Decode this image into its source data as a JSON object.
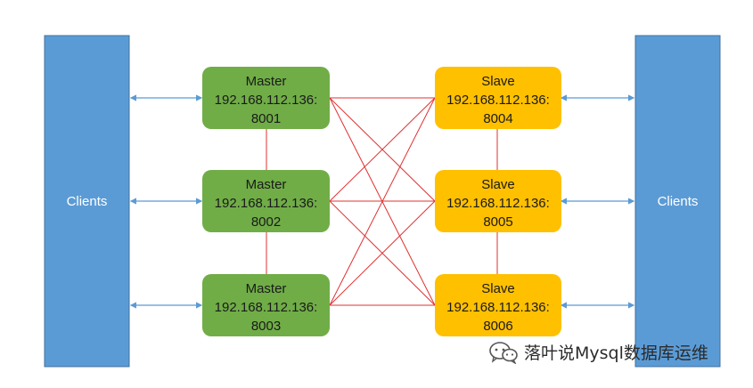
{
  "clients": {
    "left_label": "Clients",
    "right_label": "Clients"
  },
  "masters": [
    {
      "role": "Master",
      "ip": "192.168.112.136:",
      "port": "8001"
    },
    {
      "role": "Master",
      "ip": "192.168.112.136:",
      "port": "8002"
    },
    {
      "role": "Master",
      "ip": "192.168.112.136:",
      "port": "8003"
    }
  ],
  "slaves": [
    {
      "role": "Slave",
      "ip": "192.168.112.136:",
      "port": "8004"
    },
    {
      "role": "Slave",
      "ip": "192.168.112.136:",
      "port": "8005"
    },
    {
      "role": "Slave",
      "ip": "192.168.112.136:",
      "port": "8006"
    }
  ],
  "watermark": {
    "text": "落叶说Mysql数据库运维",
    "icon": "wechat-icon"
  },
  "colors": {
    "client_fill": "#5b9bd5",
    "client_border": "#41719c",
    "master_fill": "#70ad47",
    "slave_fill": "#ffc000",
    "link_red": "#e03030",
    "arrow_blue": "#5b9bd5"
  }
}
